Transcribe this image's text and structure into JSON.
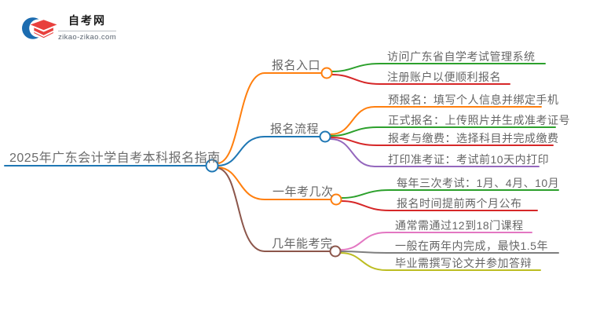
{
  "logo": {
    "brand": "自考网",
    "domain": "zikao-zikao.com",
    "icon": "graduation-cap-icon",
    "cap_color": "#e8403d",
    "crescent_color": "#1c6cb0"
  },
  "mindmap": {
    "root": {
      "label": "2025年广东会计学自考本科报名指南",
      "color": "#1f77b4"
    },
    "branches": [
      {
        "label": "报名入口",
        "color": "#ff7f0e",
        "children": [
          {
            "label": "访问广东省自学考试管理系统",
            "color": "#2ca02c"
          },
          {
            "label": "注册账户以便顺利报名",
            "color": "#d62728"
          }
        ]
      },
      {
        "label": "报名流程",
        "color": "#1f77b4",
        "children": [
          {
            "label": "预报名：填写个人信息并绑定手机",
            "color": "#ff7f0e"
          },
          {
            "label": "正式报名：上传照片并生成准考证号",
            "color": "#2ca02c"
          },
          {
            "label": "报考与缴费：选择科目并完成缴费",
            "color": "#d62728"
          },
          {
            "label": "打印准考证：考试前10天内打印",
            "color": "#9467bd"
          }
        ]
      },
      {
        "label": "一年考几次",
        "color": "#ff7f0e",
        "children": [
          {
            "label": "每年三次考试：1月、4月、10月",
            "color": "#2ca02c"
          },
          {
            "label": "报名时间提前两个月公布",
            "color": "#d62728"
          }
        ]
      },
      {
        "label": "几年能考完",
        "color": "#8c564b",
        "children": [
          {
            "label": "通常需通过12到18门课程",
            "color": "#e377c2"
          },
          {
            "label": "一般在两年内完成，最快1.5年",
            "color": "#7f7f7f"
          },
          {
            "label": "毕业需撰写论文并参加答辩",
            "color": "#bcbd22"
          }
        ]
      }
    ]
  }
}
